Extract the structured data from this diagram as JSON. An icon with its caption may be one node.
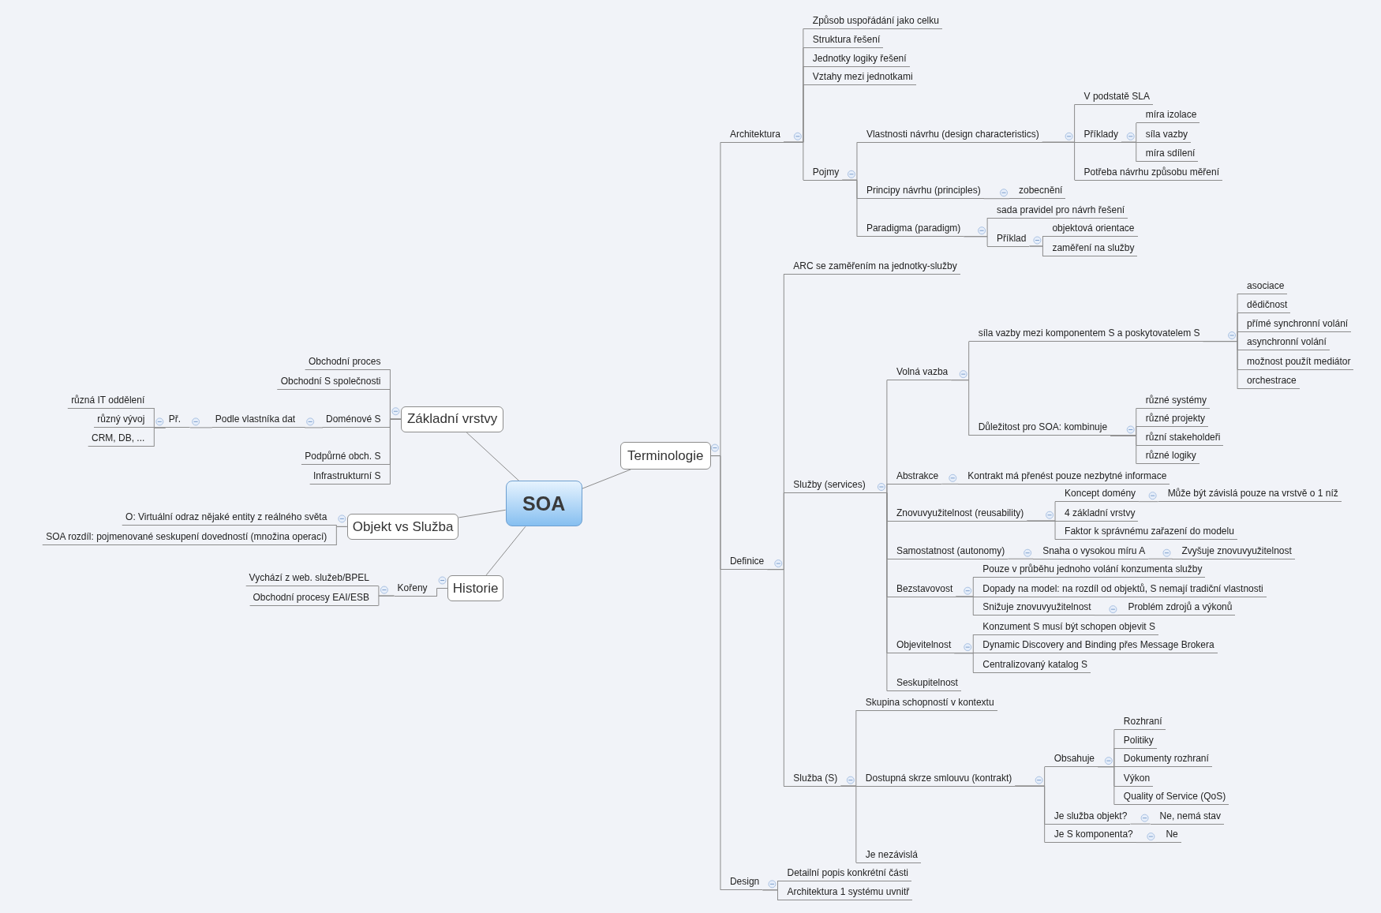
{
  "diagram": {
    "nodes": [
      {
        "text": [
          "SOA"
        ]
      },
      {
        "text": [
          "Základní vrstvy"
        ]
      },
      {
        "text": [
          "Objekt vs Služba"
        ]
      },
      {
        "text": [
          "Historie"
        ]
      },
      {
        "text": [
          "Terminologie"
        ]
      },
      {
        "text": [
          "Obchodní proces"
        ]
      },
      {
        "text": [
          "Obchodní S společnosti"
        ]
      },
      {
        "text": [
          "Doménové S"
        ]
      },
      {
        "text": [
          "Podle vlastníka dat"
        ]
      },
      {
        "text": [
          "Př."
        ]
      },
      {
        "text": [
          "různá IT oddělení"
        ]
      },
      {
        "text": [
          "různý vývoj"
        ]
      },
      {
        "text": [
          "CRM, DB, ..."
        ]
      },
      {
        "text": [
          "Podpůrné obch. S"
        ]
      },
      {
        "text": [
          "Infrastrukturní S"
        ]
      },
      {
        "text": [
          "O: Virtuální odraz nějaké entity z reálného světa"
        ]
      },
      {
        "text": [
          "SOA rozdíl: pojmenované seskupení dovedností (množina operací)"
        ]
      },
      {
        "text": [
          "Kořeny"
        ]
      },
      {
        "text": [
          "Vychází z web. služeb/BPEL"
        ]
      },
      {
        "text": [
          "Obchodní procesy EAI/ESB"
        ]
      },
      {
        "text": [
          "Architektura"
        ]
      },
      {
        "text": [
          "Způsob uspořádání jako celku"
        ]
      },
      {
        "text": [
          "Struktura řešení"
        ]
      },
      {
        "text": [
          "Jednotky logiky řešení"
        ]
      },
      {
        "text": [
          "Vztahy mezi jednotkami"
        ]
      },
      {
        "text": [
          "Pojmy"
        ]
      },
      {
        "text": [
          "Vlastnosti návrhu (design characteristics)"
        ]
      },
      {
        "text": [
          "V podstatě SLA"
        ]
      },
      {
        "text": [
          "Příklady"
        ]
      },
      {
        "text": [
          "míra izolace"
        ]
      },
      {
        "text": [
          "síla vazby"
        ]
      },
      {
        "text": [
          "míra sdílení"
        ]
      },
      {
        "text": [
          "Potřeba návrhu způsobu měření"
        ]
      },
      {
        "text": [
          "Principy návrhu (principles)"
        ]
      },
      {
        "text": [
          "zobecnění"
        ]
      },
      {
        "text": [
          "Paradigma (paradigm)"
        ]
      },
      {
        "text": [
          "sada pravidel pro návrh řešení"
        ]
      },
      {
        "text": [
          "Příklad"
        ]
      },
      {
        "text": [
          "objektová orientace"
        ]
      },
      {
        "text": [
          "zaměření na služby"
        ]
      },
      {
        "text": [
          "Definice"
        ]
      },
      {
        "text": [
          "ARC se zaměřením na jednotky-služby"
        ]
      },
      {
        "text": [
          "Služby (services)"
        ]
      },
      {
        "text": [
          "Volná vazba"
        ]
      },
      {
        "text": [
          "síla vazby mezi komponentem S a poskytovatelem S"
        ]
      },
      {
        "text": [
          "asociace"
        ]
      },
      {
        "text": [
          "dědičnost"
        ]
      },
      {
        "text": [
          "přímé synchronní volání"
        ]
      },
      {
        "text": [
          "asynchronní volání"
        ]
      },
      {
        "text": [
          "možnost použít mediátor"
        ]
      },
      {
        "text": [
          "orchestrace"
        ]
      },
      {
        "text": [
          "Důležitost pro SOA: kombinuje"
        ]
      },
      {
        "text": [
          "různé systémy"
        ]
      },
      {
        "text": [
          "různé projekty"
        ]
      },
      {
        "text": [
          "různí stakeholdeři"
        ]
      },
      {
        "text": [
          "různé logiky"
        ]
      },
      {
        "text": [
          "Abstrakce"
        ]
      },
      {
        "text": [
          "Kontrakt má přenést pouze nezbytné informace"
        ]
      },
      {
        "text": [
          "Znovuvyužitelnost (reusability)"
        ]
      },
      {
        "text": [
          "Koncept domény"
        ]
      },
      {
        "text": [
          "Může být závislá pouze na vrstvě o 1 níž"
        ]
      },
      {
        "text": [
          "4 základní vrstvy"
        ]
      },
      {
        "text": [
          "Faktor k správnému zařazení do modelu"
        ]
      },
      {
        "text": [
          "Samostatnost (autonomy)"
        ]
      },
      {
        "text": [
          "Snaha o vysokou míru A"
        ]
      },
      {
        "text": [
          "Zvyšuje znovuvyužitelnost"
        ]
      },
      {
        "text": [
          "Bezstavovost"
        ]
      },
      {
        "text": [
          "Pouze v průběhu jednoho volání konzumenta služby"
        ]
      },
      {
        "text": [
          "Dopady na model: na rozdíl od objektů, S nemají tradiční vlastnosti"
        ]
      },
      {
        "text": [
          "Snižuje znovuvyužitelnost"
        ]
      },
      {
        "text": [
          "Problém zdrojů a výkonů"
        ]
      },
      {
        "text": [
          "Objevitelnost"
        ]
      },
      {
        "text": [
          "Konzument S musí být schopen objevit S"
        ]
      },
      {
        "text": [
          "Dynamic Discovery and Binding přes Message Brokera"
        ]
      },
      {
        "text": [
          "Centralizovaný katalog S"
        ]
      },
      {
        "text": [
          "Seskupitelnost"
        ]
      },
      {
        "text": [
          "Služba (S)"
        ]
      },
      {
        "text": [
          "Skupina schopností v kontextu"
        ]
      },
      {
        "text": [
          "Dostupná skrze smlouvu (kontrakt)"
        ]
      },
      {
        "text": [
          "Obsahuje"
        ]
      },
      {
        "text": [
          "Rozhraní"
        ]
      },
      {
        "text": [
          "Politiky"
        ]
      },
      {
        "text": [
          "Dokumenty rozhraní"
        ]
      },
      {
        "text": [
          "Výkon"
        ]
      },
      {
        "text": [
          "Quality of Service (QoS)"
        ]
      },
      {
        "text": [
          "Je služba objekt?"
        ]
      },
      {
        "text": [
          "Ne, nemá stav"
        ]
      },
      {
        "text": [
          "Je S komponenta?"
        ]
      },
      {
        "text": [
          "Ne"
        ]
      },
      {
        "text": [
          "Je nezávislá"
        ]
      },
      {
        "text": [
          "Design"
        ]
      },
      {
        "text": [
          "Detailní popis konkrétní části"
        ]
      },
      {
        "text": [
          "Architektura 1 systému uvnitř"
        ]
      }
    ],
    "edges": [
      {
        "from": 0,
        "to": 1,
        "arrow": "none"
      },
      {
        "from": 0,
        "to": 2,
        "arrow": "none"
      },
      {
        "from": 0,
        "to": 3,
        "arrow": "none"
      },
      {
        "from": 0,
        "to": 4,
        "arrow": "none"
      },
      {
        "from": 1,
        "to": 5,
        "arrow": "none"
      },
      {
        "from": 1,
        "to": 6,
        "arrow": "none"
      },
      {
        "from": 1,
        "to": 7,
        "arrow": "none"
      },
      {
        "from": 7,
        "to": 8,
        "arrow": "none"
      },
      {
        "from": 8,
        "to": 9,
        "arrow": "none"
      },
      {
        "from": 9,
        "to": 10,
        "arrow": "none"
      },
      {
        "from": 9,
        "to": 11,
        "arrow": "none"
      },
      {
        "from": 9,
        "to": 12,
        "arrow": "none"
      },
      {
        "from": 1,
        "to": 13,
        "arrow": "none"
      },
      {
        "from": 1,
        "to": 14,
        "arrow": "none"
      },
      {
        "from": 2,
        "to": 15,
        "arrow": "none"
      },
      {
        "from": 2,
        "to": 16,
        "arrow": "none"
      },
      {
        "from": 3,
        "to": 17,
        "arrow": "none"
      },
      {
        "from": 17,
        "to": 18,
        "arrow": "none"
      },
      {
        "from": 17,
        "to": 19,
        "arrow": "none"
      },
      {
        "from": 4,
        "to": 20,
        "arrow": "none"
      },
      {
        "from": 20,
        "to": 21,
        "arrow": "none"
      },
      {
        "from": 20,
        "to": 22,
        "arrow": "none"
      },
      {
        "from": 20,
        "to": 23,
        "arrow": "none"
      },
      {
        "from": 20,
        "to": 24,
        "arrow": "none"
      },
      {
        "from": 20,
        "to": 25,
        "arrow": "none"
      },
      {
        "from": 25,
        "to": 26,
        "arrow": "none"
      },
      {
        "from": 26,
        "to": 27,
        "arrow": "none"
      },
      {
        "from": 26,
        "to": 28,
        "arrow": "none"
      },
      {
        "from": 28,
        "to": 29,
        "arrow": "none"
      },
      {
        "from": 28,
        "to": 30,
        "arrow": "none"
      },
      {
        "from": 28,
        "to": 31,
        "arrow": "none"
      },
      {
        "from": 26,
        "to": 32,
        "arrow": "none"
      },
      {
        "from": 25,
        "to": 33,
        "arrow": "none"
      },
      {
        "from": 33,
        "to": 34,
        "arrow": "none"
      },
      {
        "from": 25,
        "to": 35,
        "arrow": "none"
      },
      {
        "from": 35,
        "to": 36,
        "arrow": "none"
      },
      {
        "from": 35,
        "to": 37,
        "arrow": "none"
      },
      {
        "from": 37,
        "to": 38,
        "arrow": "none"
      },
      {
        "from": 37,
        "to": 39,
        "arrow": "none"
      },
      {
        "from": 4,
        "to": 40,
        "arrow": "none"
      },
      {
        "from": 40,
        "to": 41,
        "arrow": "none"
      },
      {
        "from": 40,
        "to": 42,
        "arrow": "none"
      },
      {
        "from": 42,
        "to": 43,
        "arrow": "none"
      },
      {
        "from": 43,
        "to": 44,
        "arrow": "none"
      },
      {
        "from": 44,
        "to": 45,
        "arrow": "none"
      },
      {
        "from": 44,
        "to": 46,
        "arrow": "none"
      },
      {
        "from": 44,
        "to": 47,
        "arrow": "none"
      },
      {
        "from": 44,
        "to": 48,
        "arrow": "none"
      },
      {
        "from": 44,
        "to": 49,
        "arrow": "none"
      },
      {
        "from": 44,
        "to": 50,
        "arrow": "none"
      },
      {
        "from": 43,
        "to": 51,
        "arrow": "none"
      },
      {
        "from": 51,
        "to": 52,
        "arrow": "none"
      },
      {
        "from": 51,
        "to": 53,
        "arrow": "none"
      },
      {
        "from": 51,
        "to": 54,
        "arrow": "none"
      },
      {
        "from": 51,
        "to": 55,
        "arrow": "none"
      },
      {
        "from": 42,
        "to": 56,
        "arrow": "none"
      },
      {
        "from": 56,
        "to": 57,
        "arrow": "none"
      },
      {
        "from": 42,
        "to": 58,
        "arrow": "none"
      },
      {
        "from": 58,
        "to": 59,
        "arrow": "none"
      },
      {
        "from": 59,
        "to": 60,
        "arrow": "none"
      },
      {
        "from": 58,
        "to": 61,
        "arrow": "none"
      },
      {
        "from": 58,
        "to": 62,
        "arrow": "none"
      },
      {
        "from": 42,
        "to": 63,
        "arrow": "none"
      },
      {
        "from": 63,
        "to": 64,
        "arrow": "none"
      },
      {
        "from": 64,
        "to": 65,
        "arrow": "none"
      },
      {
        "from": 42,
        "to": 66,
        "arrow": "none"
      },
      {
        "from": 66,
        "to": 67,
        "arrow": "none"
      },
      {
        "from": 66,
        "to": 68,
        "arrow": "none"
      },
      {
        "from": 66,
        "to": 69,
        "arrow": "none"
      },
      {
        "from": 69,
        "to": 70,
        "arrow": "none"
      },
      {
        "from": 42,
        "to": 71,
        "arrow": "none"
      },
      {
        "from": 71,
        "to": 72,
        "arrow": "none"
      },
      {
        "from": 71,
        "to": 73,
        "arrow": "none"
      },
      {
        "from": 71,
        "to": 74,
        "arrow": "none"
      },
      {
        "from": 42,
        "to": 75,
        "arrow": "none"
      },
      {
        "from": 40,
        "to": 76,
        "arrow": "none"
      },
      {
        "from": 76,
        "to": 77,
        "arrow": "none"
      },
      {
        "from": 76,
        "to": 78,
        "arrow": "none"
      },
      {
        "from": 78,
        "to": 79,
        "arrow": "none"
      },
      {
        "from": 79,
        "to": 80,
        "arrow": "none"
      },
      {
        "from": 79,
        "to": 81,
        "arrow": "none"
      },
      {
        "from": 79,
        "to": 82,
        "arrow": "none"
      },
      {
        "from": 79,
        "to": 83,
        "arrow": "none"
      },
      {
        "from": 79,
        "to": 84,
        "arrow": "none"
      },
      {
        "from": 78,
        "to": 85,
        "arrow": "none"
      },
      {
        "from": 85,
        "to": 86,
        "arrow": "none"
      },
      {
        "from": 78,
        "to": 87,
        "arrow": "none"
      },
      {
        "from": 87,
        "to": 88,
        "arrow": "none"
      },
      {
        "from": 76,
        "to": 89,
        "arrow": "none"
      },
      {
        "from": 4,
        "to": 90,
        "arrow": "none"
      },
      {
        "from": 90,
        "to": 91,
        "arrow": "none"
      },
      {
        "from": 90,
        "to": 92,
        "arrow": "none"
      }
    ]
  }
}
